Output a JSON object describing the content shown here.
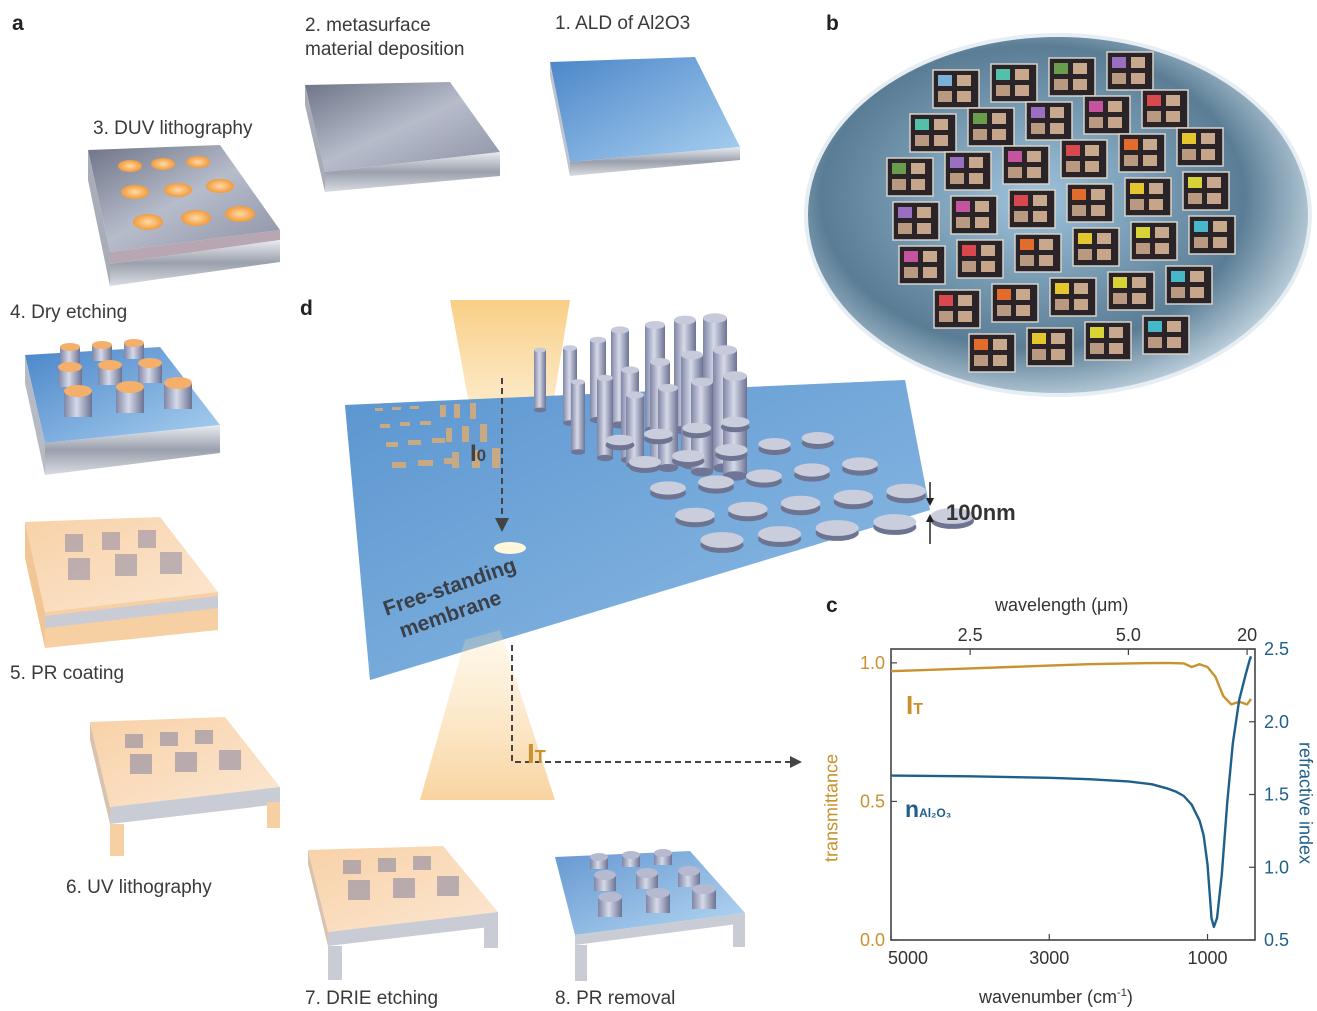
{
  "panels": {
    "a": "a",
    "b": "b",
    "c": "c",
    "d": "d"
  },
  "steps": {
    "s1": "1. ALD of Al2O3",
    "s2_line1": "2. metasurface",
    "s2_line2": "material deposition",
    "s3": "3. DUV lithography",
    "s4": "4. Dry etching",
    "s5": "5. PR coating",
    "s6": "6. UV lithography",
    "s7": "7. DRIE etching",
    "s8": "8. PR removal"
  },
  "diagram_d": {
    "incident_label": "I",
    "incident_sub": "0",
    "membrane_line1": "Free-standing",
    "membrane_line2": "membrane",
    "thickness": "100nm",
    "transmitted_label": "I",
    "transmitted_sub": "T"
  },
  "colors": {
    "transmittance": "#c8922e",
    "refractive": "#1f5f8b",
    "membrane": "#6fa7d8",
    "pr": "#f6c28a"
  },
  "chart_data": {
    "type": "line",
    "xlabel_bottom": "wavenumber (cm",
    "xlabel_bottom_sup": "-1",
    "xlabel_bottom_tail": ")",
    "xlabel_top": "wavelength (μm)",
    "ylabel_left": "transmittance",
    "ylabel_right": "refractive index",
    "x_ticks_bottom": [
      "5000",
      "3000",
      "1000"
    ],
    "x_ticks_top": [
      "2.5",
      "5.0",
      "20"
    ],
    "y_ticks_left": [
      "0.0",
      "0.5",
      "1.0"
    ],
    "y_ticks_right": [
      "0.5",
      "1.0",
      "1.5",
      "2.0",
      "2.5"
    ],
    "xlim": [
      5000,
      400
    ],
    "ylim_left": [
      0,
      1.05
    ],
    "ylim_right": [
      0.5,
      2.5
    ],
    "series_label_T": "I",
    "series_label_T_sub": "T",
    "series_label_n": "n",
    "series_label_n_sub": "Al₂O₃",
    "series": [
      {
        "name": "transmittance",
        "axis": "left",
        "x": [
          5000,
          4500,
          4000,
          3500,
          3000,
          2500,
          2000,
          1500,
          1300,
          1200,
          1100,
          1000,
          900,
          800,
          700,
          600,
          500,
          450
        ],
        "y": [
          0.97,
          0.975,
          0.98,
          0.985,
          0.99,
          0.995,
          0.998,
          1.0,
          0.998,
          0.985,
          0.995,
          0.985,
          0.95,
          0.88,
          0.85,
          0.86,
          0.85,
          0.87
        ]
      },
      {
        "name": "refractive index",
        "axis": "right",
        "x": [
          5000,
          4000,
          3000,
          2500,
          2000,
          1700,
          1500,
          1400,
          1300,
          1200,
          1100,
          1050,
          1000,
          970,
          950,
          920,
          880,
          820,
          750,
          680,
          600,
          520,
          470,
          450
        ],
        "y": [
          1.63,
          1.625,
          1.615,
          1.605,
          1.59,
          1.57,
          1.54,
          1.52,
          1.49,
          1.43,
          1.32,
          1.22,
          1.02,
          0.8,
          0.65,
          0.59,
          0.65,
          0.95,
          1.45,
          1.85,
          2.15,
          2.32,
          2.42,
          2.45
        ]
      }
    ]
  }
}
